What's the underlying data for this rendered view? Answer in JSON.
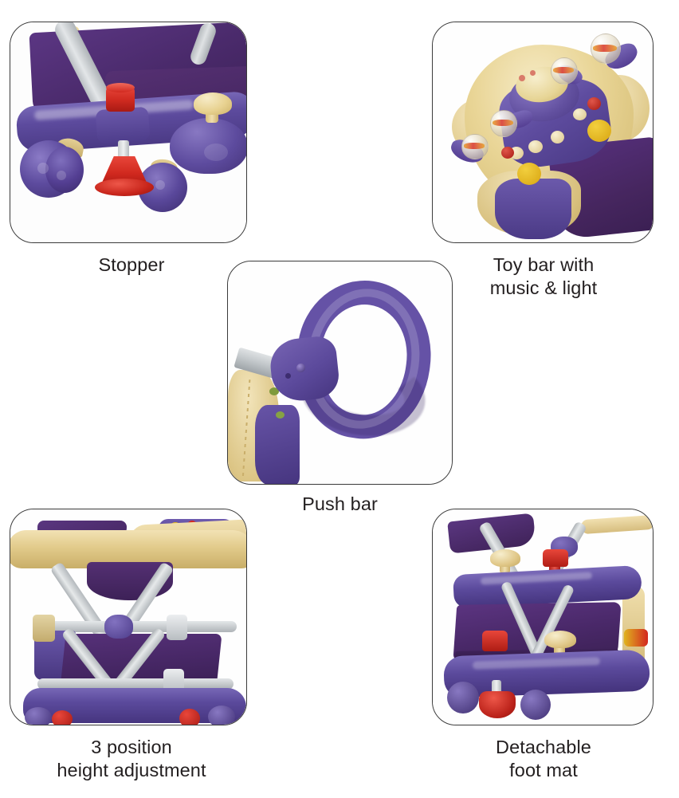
{
  "page": {
    "title": "Baby Walker Product Features",
    "background_color": "#ffffff",
    "caption_color": "#231f20",
    "card_border_color": "#3a3a3a"
  },
  "palette": {
    "purple": "#5d4b9e",
    "purple_dark": "#46357f",
    "fabric_purple": "#4e2f76",
    "cream": "#e6cf8d",
    "metal_gray": "#cfd2d4",
    "red": "#d3281f",
    "yellow": "#e8b91c"
  },
  "features": [
    {
      "id": "stopper",
      "caption": "Stopper",
      "caption_lines": [
        "Stopper"
      ],
      "photo_alt": "Close-up of purple walker base with red suction stopper, cream knob and purple wheels",
      "position": "top-left"
    },
    {
      "id": "toybar",
      "caption": "Toy bar with\nmusic & light",
      "caption_lines": [
        "Toy bar with",
        "music & light"
      ],
      "photo_alt": "Cream toy tray with purple control panel, yellow and red buttons and clear rattle balls",
      "position": "top-right"
    },
    {
      "id": "pushbar",
      "caption": "Push bar",
      "caption_lines": [
        "Push bar"
      ],
      "photo_alt": "Purple oval loop push bar attached to a gray metal shaft",
      "position": "middle-center"
    },
    {
      "id": "height",
      "caption": "3 position\nheight adjustment",
      "caption_lines": [
        "3 position",
        "height adjustment"
      ],
      "photo_alt": "Side view of folding X frame with purple seat fabric showing height adjustment",
      "position": "bottom-left"
    },
    {
      "id": "footmat",
      "caption": "Detachable\nfoot mat",
      "caption_lines": [
        "Detachable",
        "foot mat"
      ],
      "photo_alt": "Purple detachable foot mat mounted between the walker frame rails",
      "position": "bottom-right"
    }
  ]
}
